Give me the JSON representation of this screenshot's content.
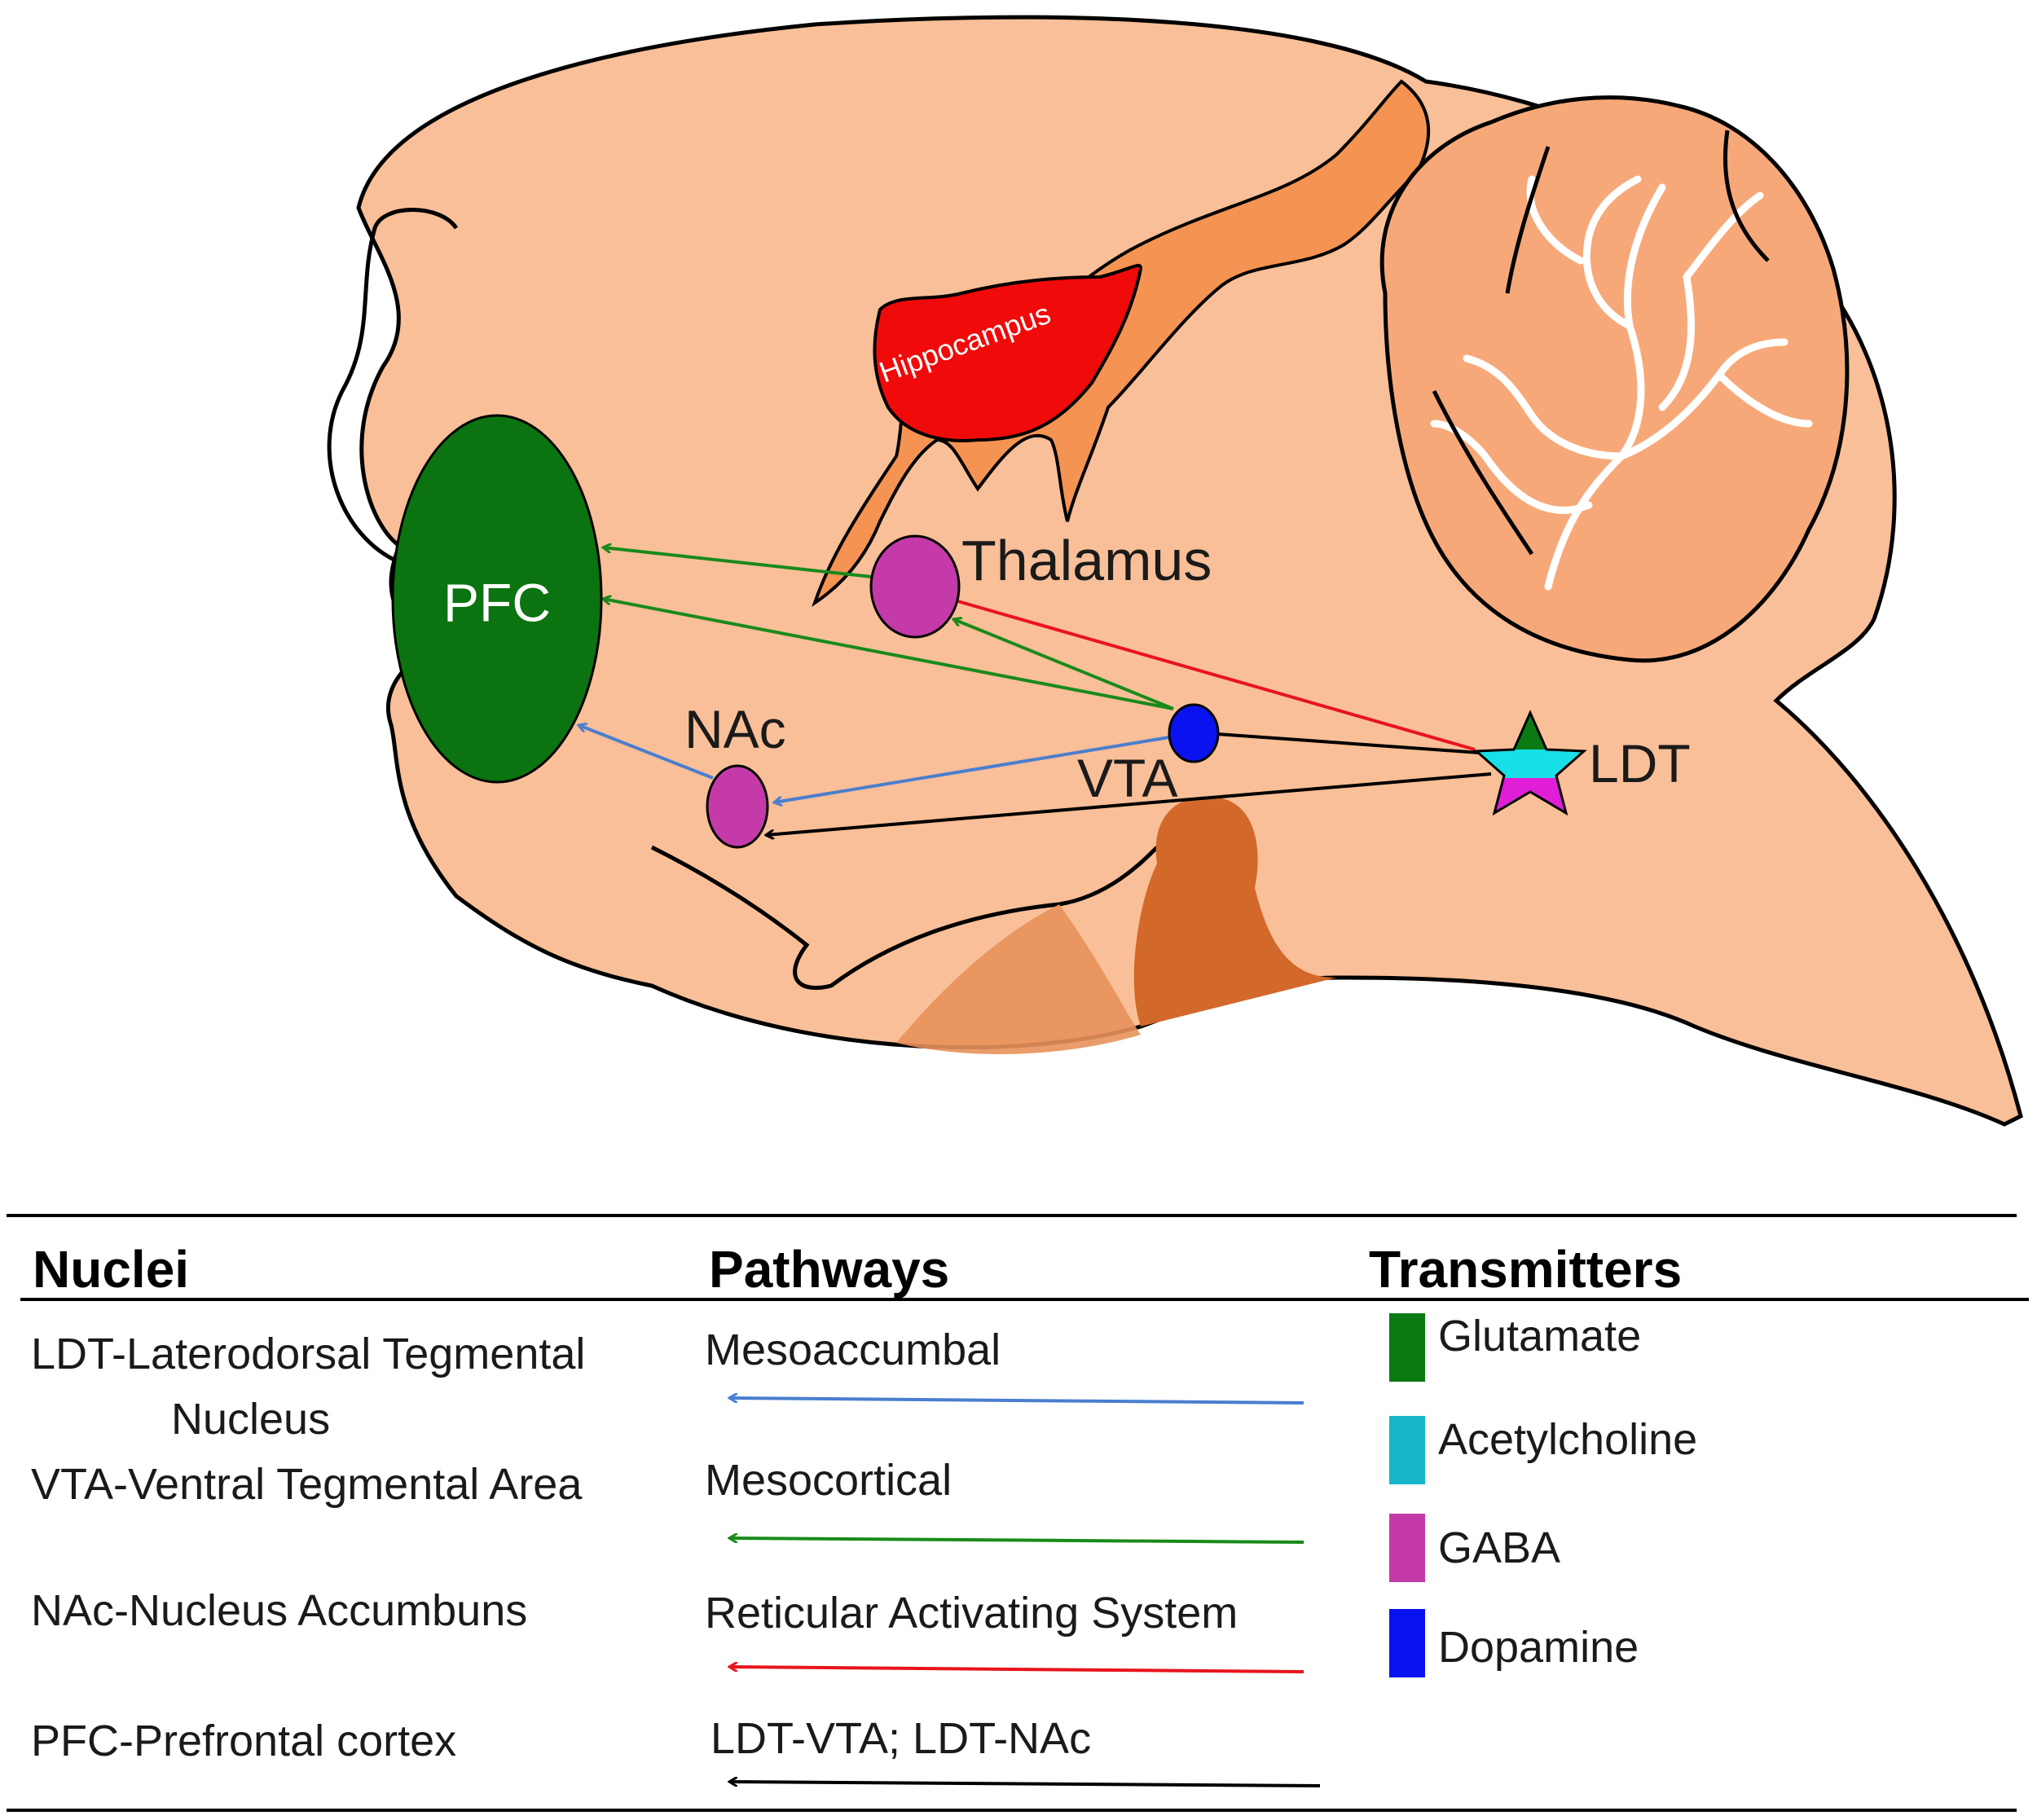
{
  "regions": {
    "pfc": "PFC",
    "thalamus": "Thalamus",
    "nac": "NAc",
    "vta": "VTA",
    "ldt": "LDT",
    "hippocampus": "Hippocampus"
  },
  "legend": {
    "nuclei": {
      "heading": "Nuclei",
      "items": [
        "LDT-Laterodorsal Tegmental",
        "Nucleus",
        "VTA-Ventral Tegmental Area",
        "NAc-Nucleus Accumbuns",
        "PFC-Prefrontal cortex"
      ]
    },
    "pathways": {
      "heading": "Pathways",
      "items": [
        {
          "label": "Mesoaccumbal",
          "color": "#4a7ecf"
        },
        {
          "label": "Mesocortical",
          "color": "#1a8a1a"
        },
        {
          "label": "Reticular Activating System",
          "color": "#e8141c"
        },
        {
          "label": "LDT-VTA; LDT-NAc",
          "color": "#000000"
        }
      ]
    },
    "transmitters": {
      "heading": "Transmitters",
      "items": [
        {
          "label": "Glutamate",
          "color": "#0b7a12"
        },
        {
          "label": "Acetylcholine",
          "color": "#17b5c6"
        },
        {
          "label": "GABA",
          "color": "#c43aa8"
        },
        {
          "label": "Dopamine",
          "color": "#0a12f0"
        }
      ]
    }
  },
  "colors": {
    "brain": "#f9bf98",
    "ventricle": "#f59352",
    "pfc": "#0b730f",
    "gaba": "#c43aa8",
    "dopamine": "#0a12f0",
    "hippocampus": "#f10a0a",
    "cerebellum": "#f7a878"
  }
}
